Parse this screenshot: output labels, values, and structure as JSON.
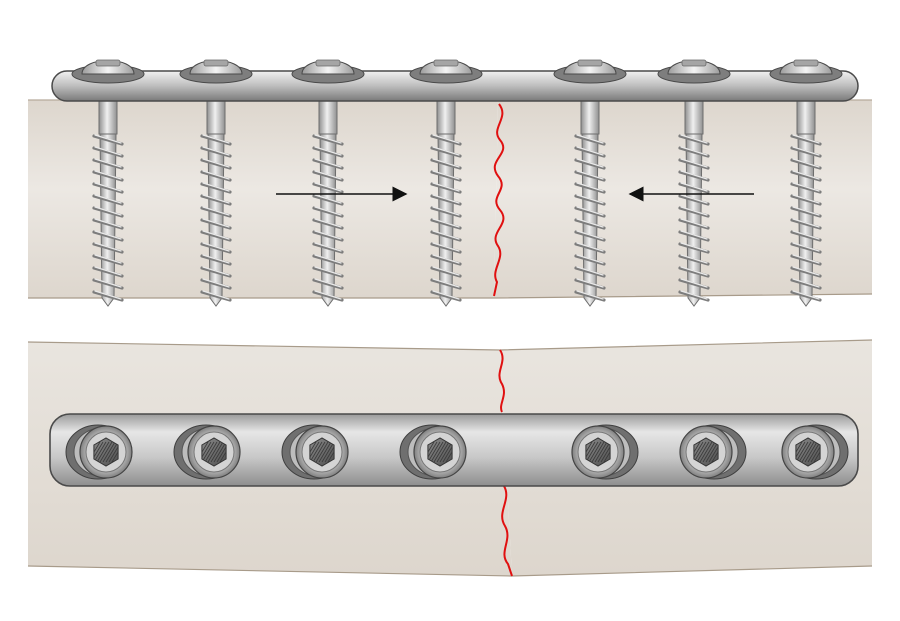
{
  "diagram": {
    "views": [
      {
        "name": "side-view",
        "description_hidden": true
      },
      {
        "name": "top-view",
        "description_hidden": true
      }
    ],
    "screws": [
      {
        "index": 1
      },
      {
        "index": 2
      },
      {
        "index": 3
      },
      {
        "index": 4
      },
      {
        "index": 5
      },
      {
        "index": 6
      },
      {
        "index": 7
      }
    ],
    "compression_arrows": [
      {
        "direction": "right"
      },
      {
        "direction": "left"
      }
    ],
    "colors": {
      "background": "#ffffff",
      "bone": "#e7e2dc",
      "bone_shade": "#d8d1c8",
      "bone_outline": "#b7ab9c",
      "plate_light": "#e0e0e0",
      "plate_dark": "#8a8a8a",
      "plate_outline": "#4a4a4a",
      "screw_light": "#eeeeee",
      "screw_dark": "#8e8e8e",
      "fracture": "#e01010",
      "arrow": "#111111",
      "hex_socket": "#6b6b6b"
    }
  }
}
